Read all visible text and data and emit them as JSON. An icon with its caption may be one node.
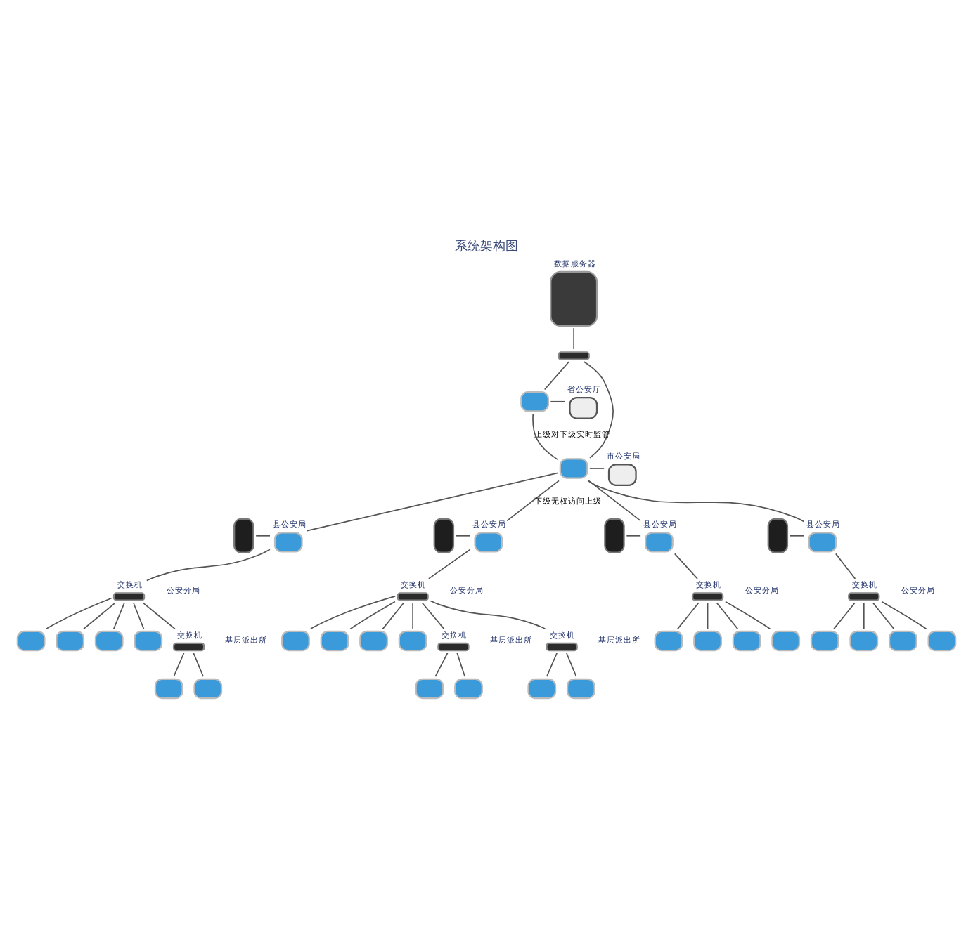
{
  "diagram": {
    "title": "系统架构图",
    "nodes": [
      {
        "text": [],
        "shape": "rack",
        "beside": [
          "数据服务器"
        ]
      },
      {
        "text": [],
        "shape": "switch"
      },
      {
        "text": [],
        "shape": "computer"
      },
      {
        "text": [],
        "shape": "printer",
        "beside": [
          "省公安厅"
        ]
      },
      {
        "text": [],
        "shape": "computer"
      },
      {
        "text": [],
        "shape": "printer",
        "beside": [
          "市公安局"
        ]
      },
      {
        "text": [],
        "shape": "computer",
        "beside": [
          "县公安局"
        ]
      },
      {
        "text": [],
        "shape": "server"
      },
      {
        "text": [],
        "shape": "switch",
        "beside": [
          "交换机"
        ]
      },
      {
        "text": [],
        "shape": "computer"
      },
      {
        "text": [],
        "shape": "computer"
      },
      {
        "text": [],
        "shape": "computer"
      },
      {
        "text": [],
        "shape": "computer"
      },
      {
        "text": [],
        "shape": "computer",
        "beside": [
          "县公安局"
        ]
      },
      {
        "text": [],
        "shape": "server"
      },
      {
        "text": [],
        "shape": "switch",
        "beside": [
          "交换机"
        ]
      },
      {
        "text": [],
        "shape": "computer"
      },
      {
        "text": [],
        "shape": "computer"
      },
      {
        "text": [],
        "shape": "computer"
      },
      {
        "text": [],
        "shape": "computer"
      },
      {
        "text": [],
        "shape": "computer",
        "beside": [
          "县公安局"
        ]
      },
      {
        "text": [],
        "shape": "server"
      },
      {
        "text": [],
        "shape": "switch",
        "beside": [
          "交换机"
        ]
      },
      {
        "text": [],
        "shape": "computer"
      },
      {
        "text": [],
        "shape": "computer"
      },
      {
        "text": [],
        "shape": "computer"
      },
      {
        "text": [],
        "shape": "computer"
      },
      {
        "text": [],
        "shape": "computer",
        "beside": [
          "县公安局"
        ]
      },
      {
        "text": [],
        "shape": "server"
      },
      {
        "text": [],
        "shape": "switch",
        "beside": [
          "交换机"
        ]
      },
      {
        "text": [],
        "shape": "computer"
      },
      {
        "text": [],
        "shape": "computer"
      },
      {
        "text": [],
        "shape": "computer"
      },
      {
        "text": [],
        "shape": "computer"
      },
      {
        "text": [],
        "shape": "switch",
        "beside": [
          "交换机"
        ]
      },
      {
        "text": [],
        "shape": "computer"
      },
      {
        "text": [],
        "shape": "computer"
      },
      {
        "text": [],
        "shape": "switch",
        "beside": [
          "交换机"
        ]
      },
      {
        "text": [],
        "shape": "computer"
      },
      {
        "text": [],
        "shape": "computer"
      },
      {
        "text": [],
        "shape": "switch",
        "beside": [
          "交换机"
        ]
      },
      {
        "text": [],
        "shape": "computer"
      },
      {
        "text": [],
        "shape": "computer"
      }
    ],
    "edges": [
      {
        "from": 0,
        "to": 1,
        "arrow": "none"
      },
      {
        "from": 1,
        "to": 2,
        "arrow": "none"
      },
      {
        "from": 1,
        "to": 4,
        "arrow": "none"
      },
      {
        "from": 2,
        "to": 3,
        "arrow": "none"
      },
      {
        "from": 4,
        "to": 5,
        "arrow": "none"
      },
      {
        "from": 2,
        "to": 4,
        "arrow": "none",
        "label": "上级对下级实时监管"
      },
      {
        "from": 4,
        "to": 6,
        "arrow": "none"
      },
      {
        "from": 4,
        "to": 13,
        "arrow": "none",
        "label": "下级无权访问上级"
      },
      {
        "from": 4,
        "to": 20,
        "arrow": "none"
      },
      {
        "from": 4,
        "to": 27,
        "arrow": "none"
      },
      {
        "from": 7,
        "to": 6,
        "arrow": "none"
      },
      {
        "from": 6,
        "to": 8,
        "arrow": "none"
      },
      {
        "from": 8,
        "to": 9,
        "arrow": "none"
      },
      {
        "from": 8,
        "to": 10,
        "arrow": "none"
      },
      {
        "from": 8,
        "to": 11,
        "arrow": "none"
      },
      {
        "from": 8,
        "to": 12,
        "arrow": "none"
      },
      {
        "from": 14,
        "to": 13,
        "arrow": "none"
      },
      {
        "from": 13,
        "to": 15,
        "arrow": "none"
      },
      {
        "from": 15,
        "to": 16,
        "arrow": "none"
      },
      {
        "from": 15,
        "to": 17,
        "arrow": "none"
      },
      {
        "from": 15,
        "to": 18,
        "arrow": "none"
      },
      {
        "from": 15,
        "to": 19,
        "arrow": "none"
      },
      {
        "from": 21,
        "to": 20,
        "arrow": "none"
      },
      {
        "from": 20,
        "to": 22,
        "arrow": "none"
      },
      {
        "from": 22,
        "to": 23,
        "arrow": "none"
      },
      {
        "from": 22,
        "to": 24,
        "arrow": "none"
      },
      {
        "from": 22,
        "to": 25,
        "arrow": "none"
      },
      {
        "from": 22,
        "to": 26,
        "arrow": "none"
      },
      {
        "from": 28,
        "to": 27,
        "arrow": "none"
      },
      {
        "from": 27,
        "to": 29,
        "arrow": "none"
      },
      {
        "from": 29,
        "to": 30,
        "arrow": "none"
      },
      {
        "from": 29,
        "to": 31,
        "arrow": "none"
      },
      {
        "from": 29,
        "to": 32,
        "arrow": "none"
      },
      {
        "from": 29,
        "to": 33,
        "arrow": "none"
      },
      {
        "from": 8,
        "to": 34,
        "arrow": "none"
      },
      {
        "from": 34,
        "to": 35,
        "arrow": "none"
      },
      {
        "from": 34,
        "to": 36,
        "arrow": "none"
      },
      {
        "from": 15,
        "to": 37,
        "arrow": "none"
      },
      {
        "from": 15,
        "to": 40,
        "arrow": "none"
      },
      {
        "from": 37,
        "to": 38,
        "arrow": "none"
      },
      {
        "from": 37,
        "to": 39,
        "arrow": "none"
      },
      {
        "from": 40,
        "to": 41,
        "arrow": "none"
      },
      {
        "from": 40,
        "to": 42,
        "arrow": "none"
      }
    ],
    "labels": [
      "公安分局",
      "公安分局",
      "公安分局",
      "公安分局",
      "基层派出所",
      "基层派出所",
      "基层派出所"
    ]
  }
}
